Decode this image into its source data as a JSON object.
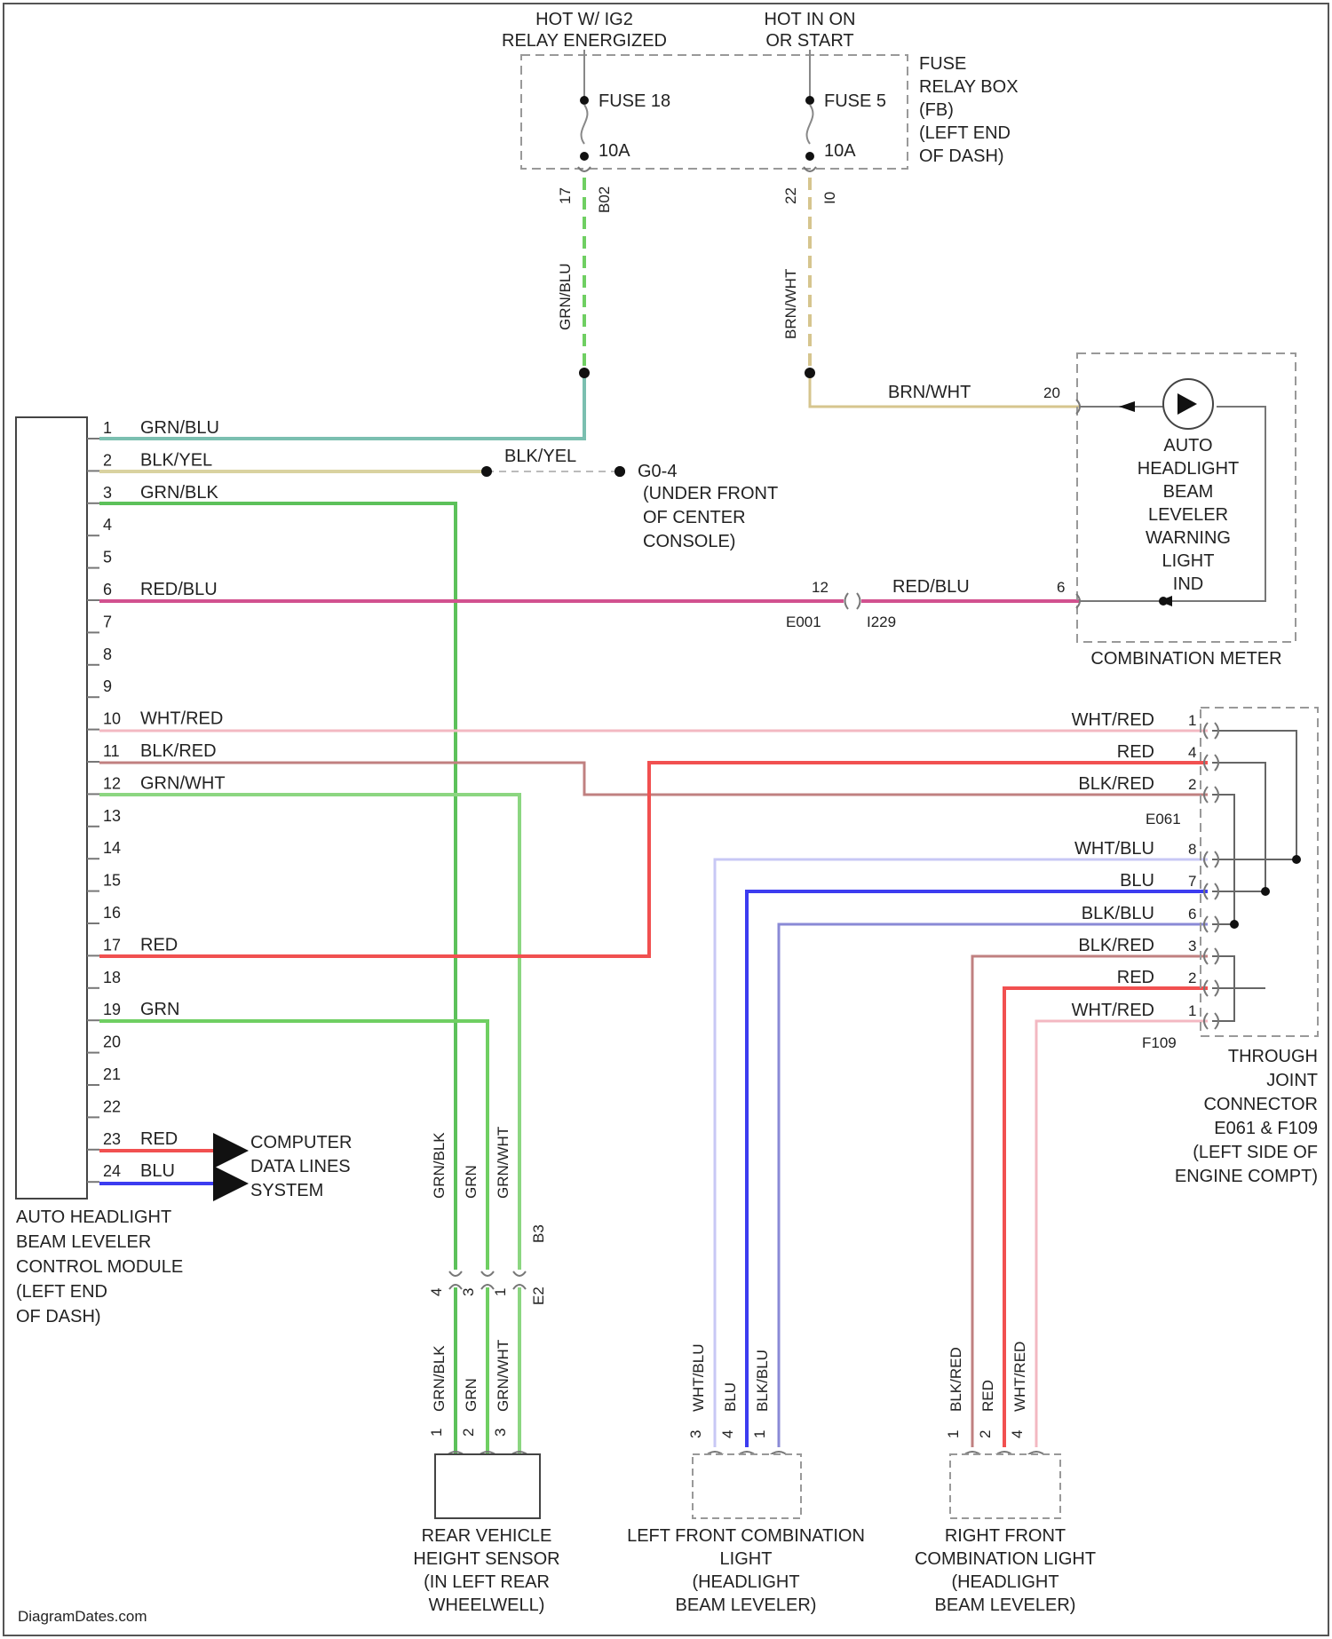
{
  "watermark": "DiagramDates.com",
  "power": {
    "feed1_line1": "HOT W/ IG2",
    "feed1_line2": "RELAY ENERGIZED",
    "feed2_line1": "HOT IN ON",
    "feed2_line2": "OR START",
    "fuse18": "FUSE 18",
    "fuse18_amp": "10A",
    "fuse5": "FUSE 5",
    "fuse5_amp": "10A",
    "fusebox": [
      "FUSE",
      "RELAY BOX",
      "(FB)",
      "(LEFT END",
      "OF DASH)"
    ],
    "conn1_pin": "17",
    "conn1_id": "B02",
    "conn2_pin": "22",
    "conn2_id": "I0"
  },
  "module": {
    "caption": [
      "AUTO HEADLIGHT",
      "BEAM LEVELER",
      "CONTROL MODULE",
      "(LEFT END",
      "OF DASH)"
    ],
    "pins": [
      {
        "n": "1",
        "w": "GRN/BLU"
      },
      {
        "n": "2",
        "w": "BLK/YEL"
      },
      {
        "n": "3",
        "w": "GRN/BLK"
      },
      {
        "n": "4",
        "w": ""
      },
      {
        "n": "5",
        "w": ""
      },
      {
        "n": "6",
        "w": "RED/BLU"
      },
      {
        "n": "7",
        "w": ""
      },
      {
        "n": "8",
        "w": ""
      },
      {
        "n": "9",
        "w": ""
      },
      {
        "n": "10",
        "w": "WHT/RED"
      },
      {
        "n": "11",
        "w": "BLK/RED"
      },
      {
        "n": "12",
        "w": "GRN/WHT"
      },
      {
        "n": "13",
        "w": ""
      },
      {
        "n": "14",
        "w": ""
      },
      {
        "n": "15",
        "w": ""
      },
      {
        "n": "16",
        "w": ""
      },
      {
        "n": "17",
        "w": "RED"
      },
      {
        "n": "18",
        "w": ""
      },
      {
        "n": "19",
        "w": "GRN"
      },
      {
        "n": "20",
        "w": ""
      },
      {
        "n": "21",
        "w": ""
      },
      {
        "n": "22",
        "w": ""
      },
      {
        "n": "23",
        "w": "RED"
      },
      {
        "n": "24",
        "w": "BLU"
      }
    ]
  },
  "labels": {
    "grn_blu_v": "GRN/BLU",
    "brn_wht_v": "BRN/WHT",
    "brn_wht_h": "BRN/WHT",
    "meter_pin_a": "20",
    "blk_yel_mid": "BLK/YEL",
    "ground_id": "G0-4",
    "ground_desc": [
      "(UNDER FRONT",
      "OF CENTER",
      "CONSOLE)"
    ],
    "red_blu_mid": "RED/BLU",
    "splice_pin": "12",
    "splice_left": "E001",
    "splice_right": "I229",
    "meter_pin_b": "6",
    "computer": [
      "COMPUTER",
      "DATA LINES",
      "SYSTEM"
    ]
  },
  "meter": {
    "indicator": [
      "AUTO",
      "HEADLIGHT",
      "BEAM",
      "LEVELER",
      "WARNING",
      "LIGHT",
      "IND"
    ],
    "caption": "COMBINATION METER"
  },
  "joint": {
    "rows": [
      {
        "w": "WHT/RED",
        "p": "1"
      },
      {
        "w": "RED",
        "p": "4"
      },
      {
        "w": "BLK/RED",
        "p": "2"
      },
      {
        "w": "WHT/BLU",
        "p": "8"
      },
      {
        "w": "BLU",
        "p": "7"
      },
      {
        "w": "BLK/BLU",
        "p": "6"
      },
      {
        "w": "BLK/RED",
        "p": "3"
      },
      {
        "w": "RED",
        "p": "2"
      },
      {
        "w": "WHT/RED",
        "p": "1"
      }
    ],
    "upper_id": "E061",
    "lower_id": "F109",
    "caption": [
      "THROUGH",
      "JOINT",
      "CONNECTOR",
      "E061 & F109",
      "(LEFT SIDE OF",
      "ENGINE COMPT)"
    ]
  },
  "rear": {
    "wires_top": [
      "GRN/BLK",
      "GRN",
      "GRN/WHT"
    ],
    "conn_id": "B3",
    "sub_id": "E2",
    "pins_top": [
      "4",
      "3",
      "1"
    ],
    "wires_bottom": [
      "GRN/BLK",
      "GRN",
      "GRN/WHT"
    ],
    "pins_bottom": [
      "1",
      "2",
      "3"
    ],
    "caption": [
      "REAR VEHICLE",
      "HEIGHT SENSOR",
      "(IN LEFT REAR",
      "WHEELWELL)"
    ]
  },
  "left_front": {
    "wires": [
      "WHT/BLU",
      "BLU",
      "BLK/BLU"
    ],
    "pins": [
      "3",
      "4",
      "1"
    ],
    "caption": [
      "LEFT FRONT COMBINATION",
      "LIGHT",
      "(HEADLIGHT",
      "BEAM LEVELER)"
    ]
  },
  "right_front": {
    "wires": [
      "BLK/RED",
      "RED",
      "WHT/RED"
    ],
    "pins": [
      "1",
      "2",
      "4"
    ],
    "caption": [
      "RIGHT FRONT",
      "COMBINATION LIGHT",
      "(HEADLIGHT",
      "BEAM LEVELER)"
    ]
  },
  "colors": {
    "grn_blu": "#7bbfb0",
    "blk_yel": "#d9d2a0",
    "green": "#6fcf62",
    "grn_blk": "#5cc15a",
    "grn_wht": "#8cd681",
    "red_blu": "#d2518f",
    "wht_red": "#f3b8c2",
    "red": "#f15050",
    "blk_red": "#c08080",
    "wht_blu": "#c8c8f5",
    "blu": "#3c3cf0",
    "blk_blu": "#8a8ad6",
    "brn_wht": "#d6c58e"
  }
}
